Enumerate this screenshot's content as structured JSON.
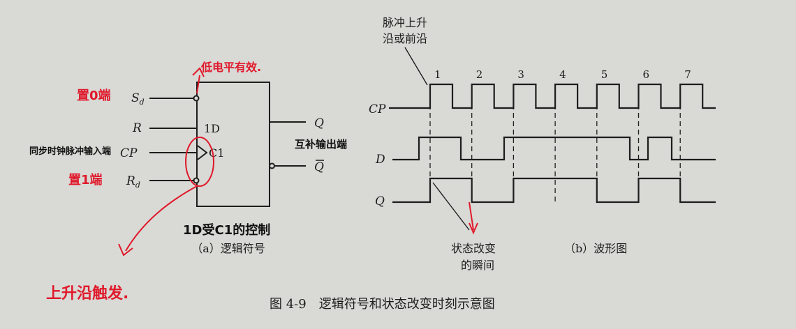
{
  "logic_symbol": {
    "pins": {
      "sd": "S",
      "sd_sub": "d",
      "r": "R",
      "cp": "CP",
      "rd": "R",
      "rd_sub": "d",
      "q": "Q",
      "qbar": "Q"
    },
    "box_labels": {
      "d_input": "1D",
      "clock_input": "C1"
    },
    "caption": "（a）逻辑符号"
  },
  "handwritten_notes": {
    "low_level_active": "低电平有效.",
    "set_zero": "置0端",
    "sync_clock_input": "同步时钟脉冲输入端",
    "set_one": "置1端",
    "complementary_output": "互补输出端",
    "controlled_by": "1D受C1的控制",
    "rising_edge_trigger": "上升沿触发."
  },
  "waveform": {
    "signals": {
      "cp": "CP",
      "d": "D",
      "q": "Q"
    },
    "pulse_numbers": [
      "1",
      "2",
      "3",
      "4",
      "5",
      "6",
      "7"
    ],
    "annotations": {
      "rising_edge_line1": "脉冲上升",
      "rising_edge_line2": "沿或前沿",
      "state_change_line1": "状态改变",
      "state_change_line2": "的瞬间"
    },
    "caption": "（b）波形图"
  },
  "figure_caption": "图 4-9　逻辑符号和状态改变时刻示意图",
  "colors": {
    "ink": "#1d1d1d",
    "handwriting_red": "#e0192b",
    "paper": "#d9d9d5"
  }
}
